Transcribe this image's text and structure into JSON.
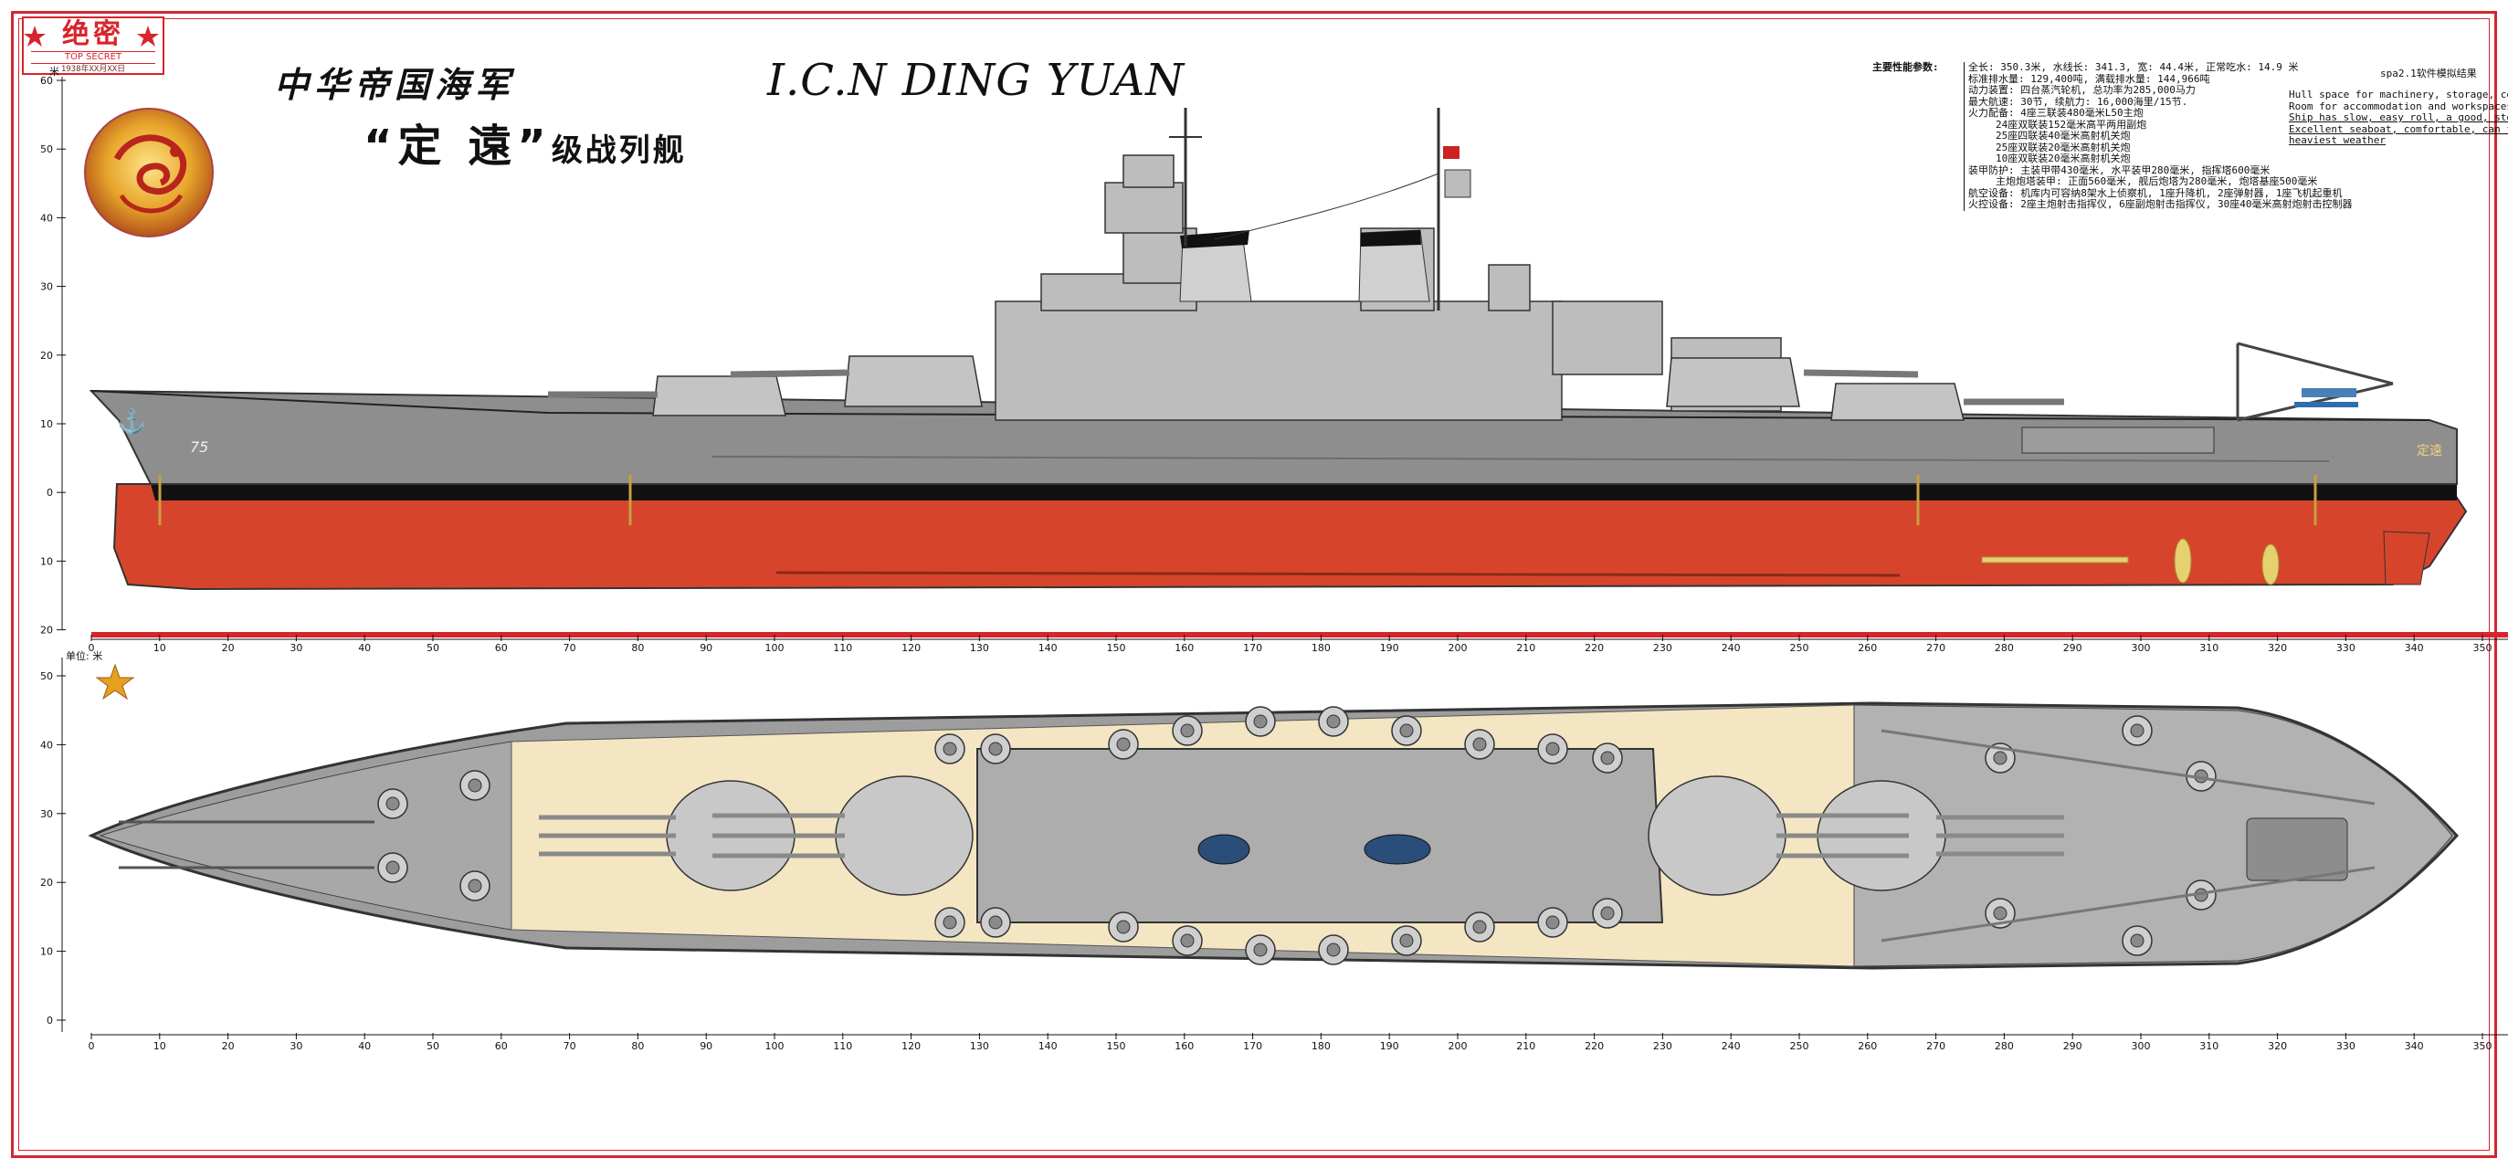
{
  "stamp": {
    "secret_cn": "绝密",
    "secret_en": "TOP SECRET",
    "date": "1938年XX月XX日"
  },
  "titles": {
    "navy_cn": "中华帝国海军",
    "class_cn": "“定 遠”",
    "class_suffix": "级战列舰",
    "ship_en": "I.C.N DING YUAN"
  },
  "specs": {
    "header": "主要性能参数:",
    "lines": [
      "全长: 350.3米, 水线长: 341.3, 宽: 44.4米, 正常吃水: 14.9 米",
      "标准排水量: 129,400吨, 满载排水量: 144,966吨",
      "动力装置: 四台蒸汽轮机, 总功率为285,000马力",
      "最大航速: 30节, 续航力: 16,000海里/15节.",
      "火力配备: 4座三联装480毫米L50主炮",
      "24座双联装152毫米高平两用副炮",
      "25座四联装40毫米高射机关炮",
      "25座双联装20毫米高射机关炮",
      "10座双联装20毫米高射机关炮",
      "装甲防护: 主装甲带430毫米, 水平装甲280毫米, 指挥塔600毫米",
      "主炮炮塔装甲: 正面560毫米, 舰后炮塔为280毫米, 炮塔基座500毫米",
      "航空设备: 机库内可容纳8架水上侦察机, 1座升降机, 2座弹射器, 1座飞机起重机",
      "火控设备: 2座主炮射击指挥仪, 6座副炮射击指挥仪, 30座40毫米高射炮射击控制器"
    ],
    "software": "spa2.1软件模拟结果",
    "notes": [
      "Hull space for machinery, storage, compa",
      "Room for accommodation and workspaces is",
      "Ship has slow, easy roll, a good, steady",
      "Excellent seaboat, comfortable, can fire",
      "heaviest weather"
    ]
  },
  "hull": {
    "hull_number": "75",
    "stern_name": "定遠"
  },
  "scales": {
    "y_unit": "米",
    "plan_unit": "单位: 米",
    "x_ticks": [
      "0",
      "10",
      "20",
      "30",
      "40",
      "50",
      "60",
      "70",
      "80",
      "90",
      "100",
      "110",
      "120",
      "130",
      "140",
      "150",
      "160",
      "170",
      "180",
      "190",
      "200",
      "210",
      "220",
      "230",
      "240",
      "250",
      "260",
      "270",
      "280",
      "290",
      "300",
      "310",
      "320",
      "330",
      "340",
      "350"
    ],
    "side_y_ticks": [
      "60",
      "50",
      "40",
      "30",
      "20",
      "10",
      "0",
      "10",
      "20"
    ],
    "plan_y_ticks": [
      "50",
      "40",
      "30",
      "20",
      "10",
      "0"
    ]
  },
  "colors": {
    "frame_red": "#d8242c",
    "hull_grey": "#8e8e8e",
    "boot_black": "#111111",
    "hull_red": "#d6452b",
    "deck_wood": "#f4e6c3",
    "deck_grey": "#b2b2b2"
  }
}
